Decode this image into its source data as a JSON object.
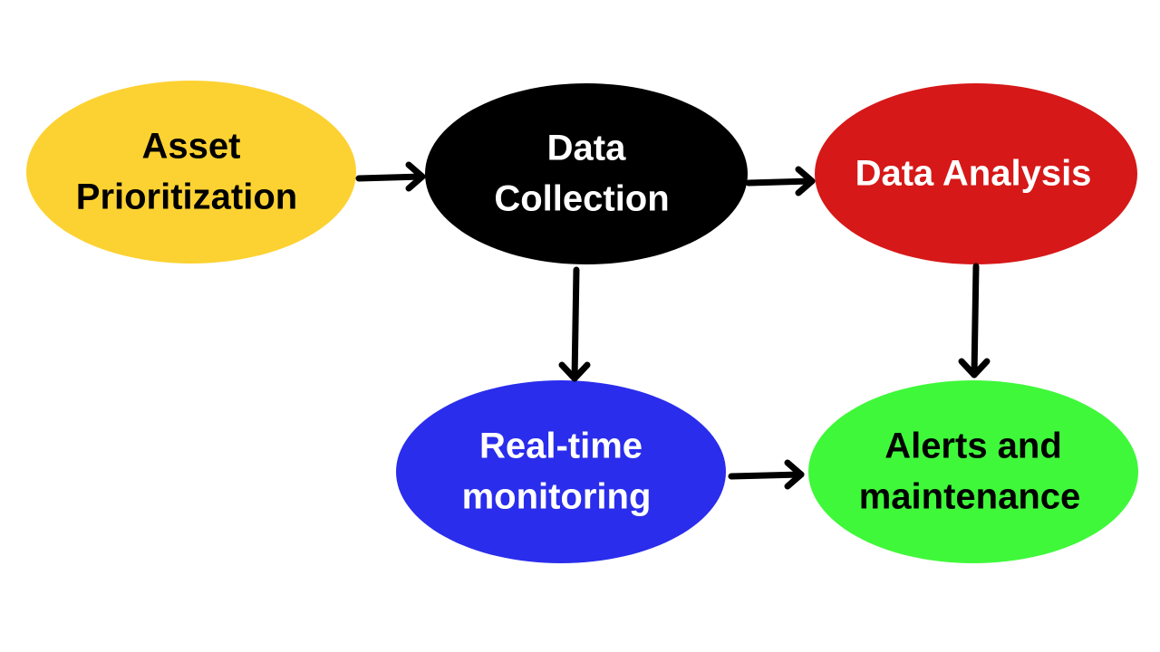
{
  "nodes": {
    "asset_prioritization": {
      "lines": [
        "Asset",
        "Prioritization"
      ],
      "fill": "#fcd232",
      "text_color": "#000000"
    },
    "data_collection": {
      "lines": [
        "Data",
        "Collection"
      ],
      "fill": "#000000",
      "text_color": "#ffffff"
    },
    "data_analysis": {
      "lines": [
        "Data Analysis"
      ],
      "fill": "#d61818",
      "text_color": "#ffffff"
    },
    "realtime_monitoring": {
      "lines": [
        "Real-time",
        "monitoring"
      ],
      "fill": "#2a2deb",
      "text_color": "#ffffff"
    },
    "alerts_maintenance": {
      "lines": [
        "Alerts and",
        "maintenance"
      ],
      "fill": "#3ff83a",
      "text_color": "#000000"
    }
  },
  "edges": [
    {
      "from": "asset_prioritization",
      "to": "data_collection"
    },
    {
      "from": "data_collection",
      "to": "data_analysis"
    },
    {
      "from": "data_collection",
      "to": "realtime_monitoring"
    },
    {
      "from": "data_analysis",
      "to": "alerts_maintenance"
    },
    {
      "from": "realtime_monitoring",
      "to": "alerts_maintenance"
    }
  ],
  "arrow_color": "#000000"
}
